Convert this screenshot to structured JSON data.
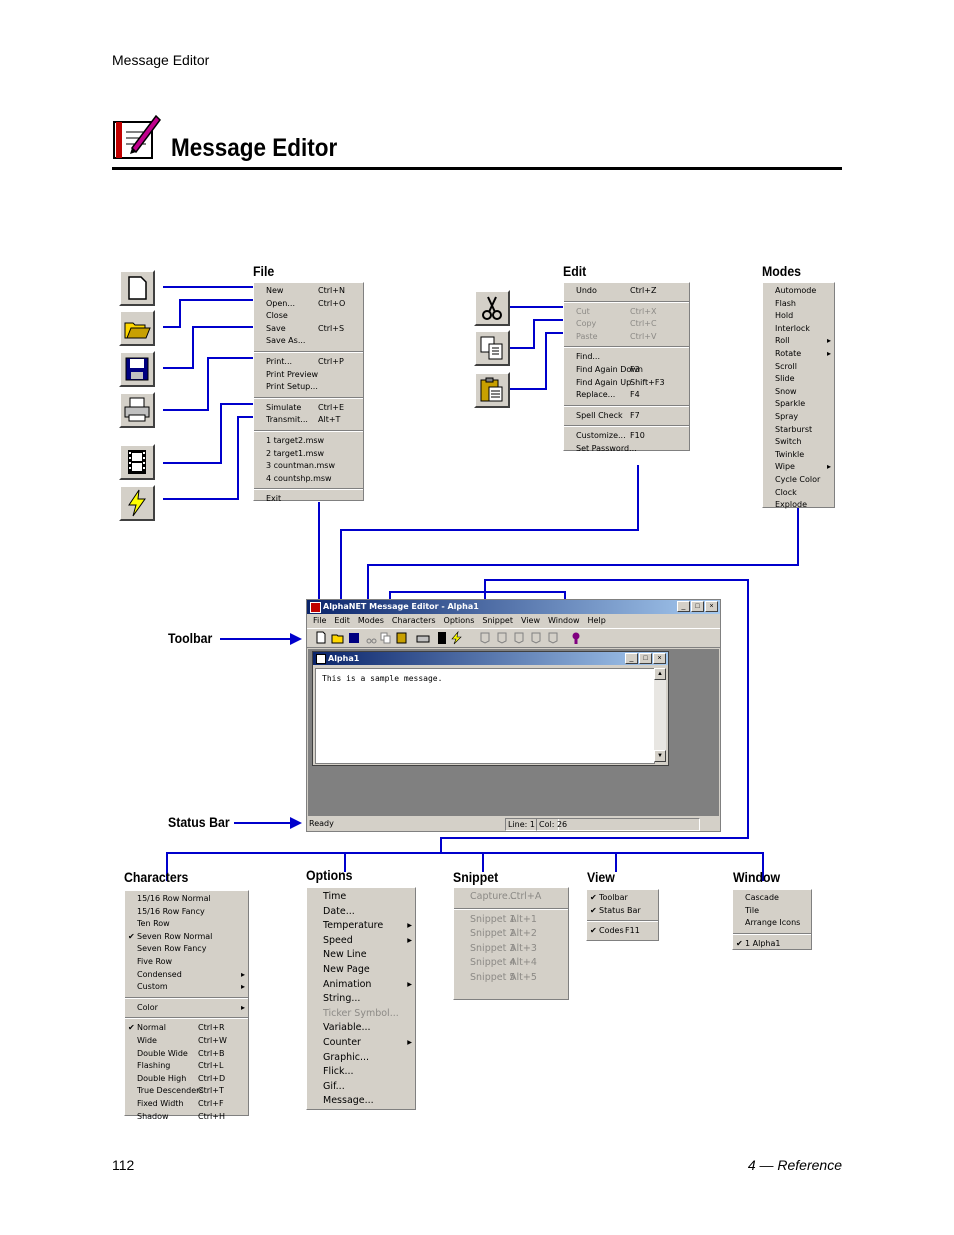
{
  "header": {
    "running_title": "Message Editor",
    "title": "Message Editor"
  },
  "footer": {
    "page_number": "112",
    "section": "4 — Reference"
  },
  "labels": {
    "file": "File",
    "edit": "Edit",
    "modes": "Modes",
    "toolbar": "Toolbar",
    "status_bar": "Status Bar",
    "characters": "Characters",
    "options": "Options",
    "snippet": "Snippet",
    "view": "View",
    "window": "Window"
  },
  "file_menu": [
    {
      "label": "New",
      "shortcut": "Ctrl+N"
    },
    {
      "label": "Open...",
      "shortcut": "Ctrl+O"
    },
    {
      "label": "Close",
      "shortcut": ""
    },
    {
      "label": "Save",
      "shortcut": "Ctrl+S"
    },
    {
      "label": "Save As...",
      "shortcut": ""
    },
    {
      "sep": true
    },
    {
      "label": "Print...",
      "shortcut": "Ctrl+P"
    },
    {
      "label": "Print Preview",
      "shortcut": ""
    },
    {
      "label": "Print Setup...",
      "shortcut": ""
    },
    {
      "sep": true
    },
    {
      "label": "Simulate",
      "shortcut": "Ctrl+E"
    },
    {
      "label": "Transmit...",
      "shortcut": "Alt+T"
    },
    {
      "sep": true
    },
    {
      "label": "1 target2.msw",
      "shortcut": ""
    },
    {
      "label": "2 target1.msw",
      "shortcut": ""
    },
    {
      "label": "3 countman.msw",
      "shortcut": ""
    },
    {
      "label": "4 countshp.msw",
      "shortcut": ""
    },
    {
      "sep": true
    },
    {
      "label": "Exit",
      "shortcut": ""
    }
  ],
  "edit_menu": [
    {
      "label": "Undo",
      "shortcut": "Ctrl+Z"
    },
    {
      "sep": true
    },
    {
      "label": "Cut",
      "shortcut": "Ctrl+X",
      "disabled": true
    },
    {
      "label": "Copy",
      "shortcut": "Ctrl+C",
      "disabled": true
    },
    {
      "label": "Paste",
      "shortcut": "Ctrl+V",
      "disabled": true
    },
    {
      "sep": true
    },
    {
      "label": "Find...",
      "shortcut": ""
    },
    {
      "label": "Find Again Down",
      "shortcut": "F3"
    },
    {
      "label": "Find Again Up",
      "shortcut": "Shift+F3"
    },
    {
      "label": "Replace...",
      "shortcut": "F4"
    },
    {
      "sep": true
    },
    {
      "label": "Spell Check",
      "shortcut": "F7"
    },
    {
      "sep": true
    },
    {
      "label": "Customize...",
      "shortcut": "F10"
    },
    {
      "label": "Set Password...",
      "shortcut": ""
    }
  ],
  "modes_menu": [
    {
      "label": "Automode"
    },
    {
      "label": "Flash"
    },
    {
      "label": "Hold"
    },
    {
      "label": "Interlock"
    },
    {
      "label": "Roll",
      "sub": true
    },
    {
      "label": "Rotate",
      "sub": true
    },
    {
      "label": "Scroll"
    },
    {
      "label": "Slide"
    },
    {
      "label": "Snow"
    },
    {
      "label": "Sparkle"
    },
    {
      "label": "Spray"
    },
    {
      "label": "Starburst"
    },
    {
      "label": "Switch"
    },
    {
      "label": "Twinkle"
    },
    {
      "label": "Wipe",
      "sub": true
    },
    {
      "label": "Cycle Color"
    },
    {
      "label": "Clock"
    },
    {
      "label": "Explode"
    }
  ],
  "characters_menu": [
    {
      "label": "15/16 Row Normal"
    },
    {
      "label": "15/16 Row Fancy"
    },
    {
      "label": "Ten Row"
    },
    {
      "label": "Seven Row Normal",
      "checked": true
    },
    {
      "label": "Seven Row Fancy"
    },
    {
      "label": "Five Row"
    },
    {
      "label": "Condensed",
      "sub": true
    },
    {
      "label": "Custom",
      "sub": true
    },
    {
      "sep": true
    },
    {
      "label": "Color",
      "sub": true
    },
    {
      "sep": true
    },
    {
      "label": "Normal",
      "shortcut": "Ctrl+R",
      "checked": true
    },
    {
      "label": "Wide",
      "shortcut": "Ctrl+W"
    },
    {
      "label": "Double Wide",
      "shortcut": "Ctrl+B"
    },
    {
      "label": "Flashing",
      "shortcut": "Ctrl+L"
    },
    {
      "label": "Double High",
      "shortcut": "Ctrl+D"
    },
    {
      "label": "True Descenders",
      "shortcut": "Ctrl+T"
    },
    {
      "label": "Fixed Width",
      "shortcut": "Ctrl+F"
    },
    {
      "label": "Shadow",
      "shortcut": "Ctrl+H"
    }
  ],
  "options_menu": [
    {
      "label": "Time"
    },
    {
      "label": "Date..."
    },
    {
      "label": "Temperature",
      "sub": true
    },
    {
      "label": "Speed",
      "sub": true
    },
    {
      "label": "New Line"
    },
    {
      "label": "New Page"
    },
    {
      "label": "Animation",
      "sub": true
    },
    {
      "label": "String..."
    },
    {
      "label": "Ticker Symbol...",
      "disabled": true
    },
    {
      "label": "Variable..."
    },
    {
      "label": "Counter",
      "sub": true
    },
    {
      "label": "Graphic..."
    },
    {
      "label": "Flick..."
    },
    {
      "label": "Gif..."
    },
    {
      "label": "Message..."
    }
  ],
  "snippet_menu": [
    {
      "label": "Capture...",
      "shortcut": "Ctrl+A",
      "disabled": true
    },
    {
      "sep": true
    },
    {
      "label": "Snippet 1",
      "shortcut": "Alt+1",
      "disabled": true
    },
    {
      "label": "Snippet 2",
      "shortcut": "Alt+2",
      "disabled": true
    },
    {
      "label": "Snippet 3",
      "shortcut": "Alt+3",
      "disabled": true
    },
    {
      "label": "Snippet 4",
      "shortcut": "Alt+4",
      "disabled": true
    },
    {
      "label": "Snippet 5",
      "shortcut": "Alt+5",
      "disabled": true
    }
  ],
  "view_menu": [
    {
      "label": "Toolbar",
      "checked": true
    },
    {
      "label": "Status Bar",
      "checked": true
    },
    {
      "sep": true
    },
    {
      "label": "Codes",
      "shortcut": "F11",
      "checked": true
    }
  ],
  "window_menu": [
    {
      "label": "Cascade"
    },
    {
      "label": "Tile"
    },
    {
      "label": "Arrange Icons"
    },
    {
      "sep": true
    },
    {
      "label": "1 Alpha1",
      "checked": true
    }
  ],
  "app": {
    "title": "AlphaNET Message Editor - Alpha1",
    "menubar": [
      "File",
      "Edit",
      "Modes",
      "Characters",
      "Options",
      "Snippet",
      "View",
      "Window",
      "Help"
    ],
    "doc_title": "Alpha1",
    "doc_text": "This is a sample message.",
    "status_ready": "Ready",
    "status_line": "Line: 1",
    "status_col": "Col: 26"
  },
  "colors": {
    "connector": "#0000cc",
    "titlebar": "#0a246a",
    "menu_bg": "#d4d0c8"
  }
}
